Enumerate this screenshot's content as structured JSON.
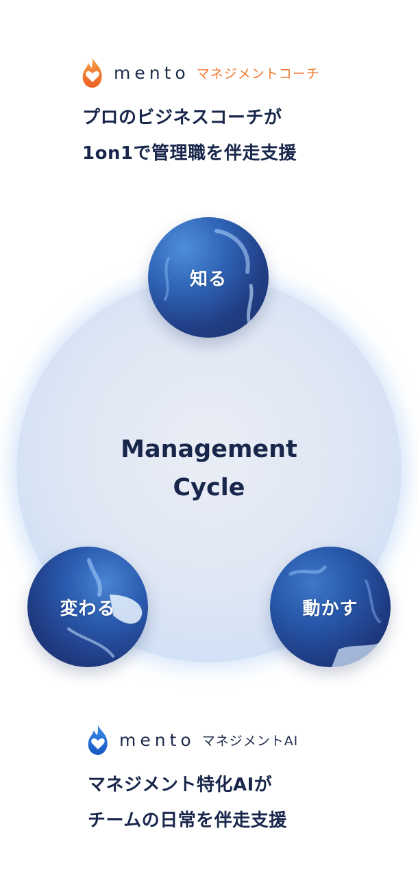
{
  "top_brand": {
    "wordmark": "mento",
    "product": "マネジメントコーチ",
    "accent_color": "#f0772f",
    "icon": "flame-heart-icon"
  },
  "top_headline": {
    "line1": "プロのビジネスコーチが",
    "line2": "1on1で管理職を伴走支援"
  },
  "cycle": {
    "center_line1": "Management",
    "center_line2": "Cycle",
    "orbs": {
      "know": "知る",
      "change": "変わる",
      "move": "動かす"
    },
    "orb_color": "#2b5bb0",
    "ring_color": "#cfe0f6"
  },
  "bottom_brand": {
    "wordmark": "mento",
    "product": "マネジメントAI",
    "accent_color": "#1f6fd6",
    "icon": "flame-heart-icon"
  },
  "bottom_headline": {
    "line1": "マネジメント特化AIが",
    "line2": "チームの日常を伴走支援"
  }
}
